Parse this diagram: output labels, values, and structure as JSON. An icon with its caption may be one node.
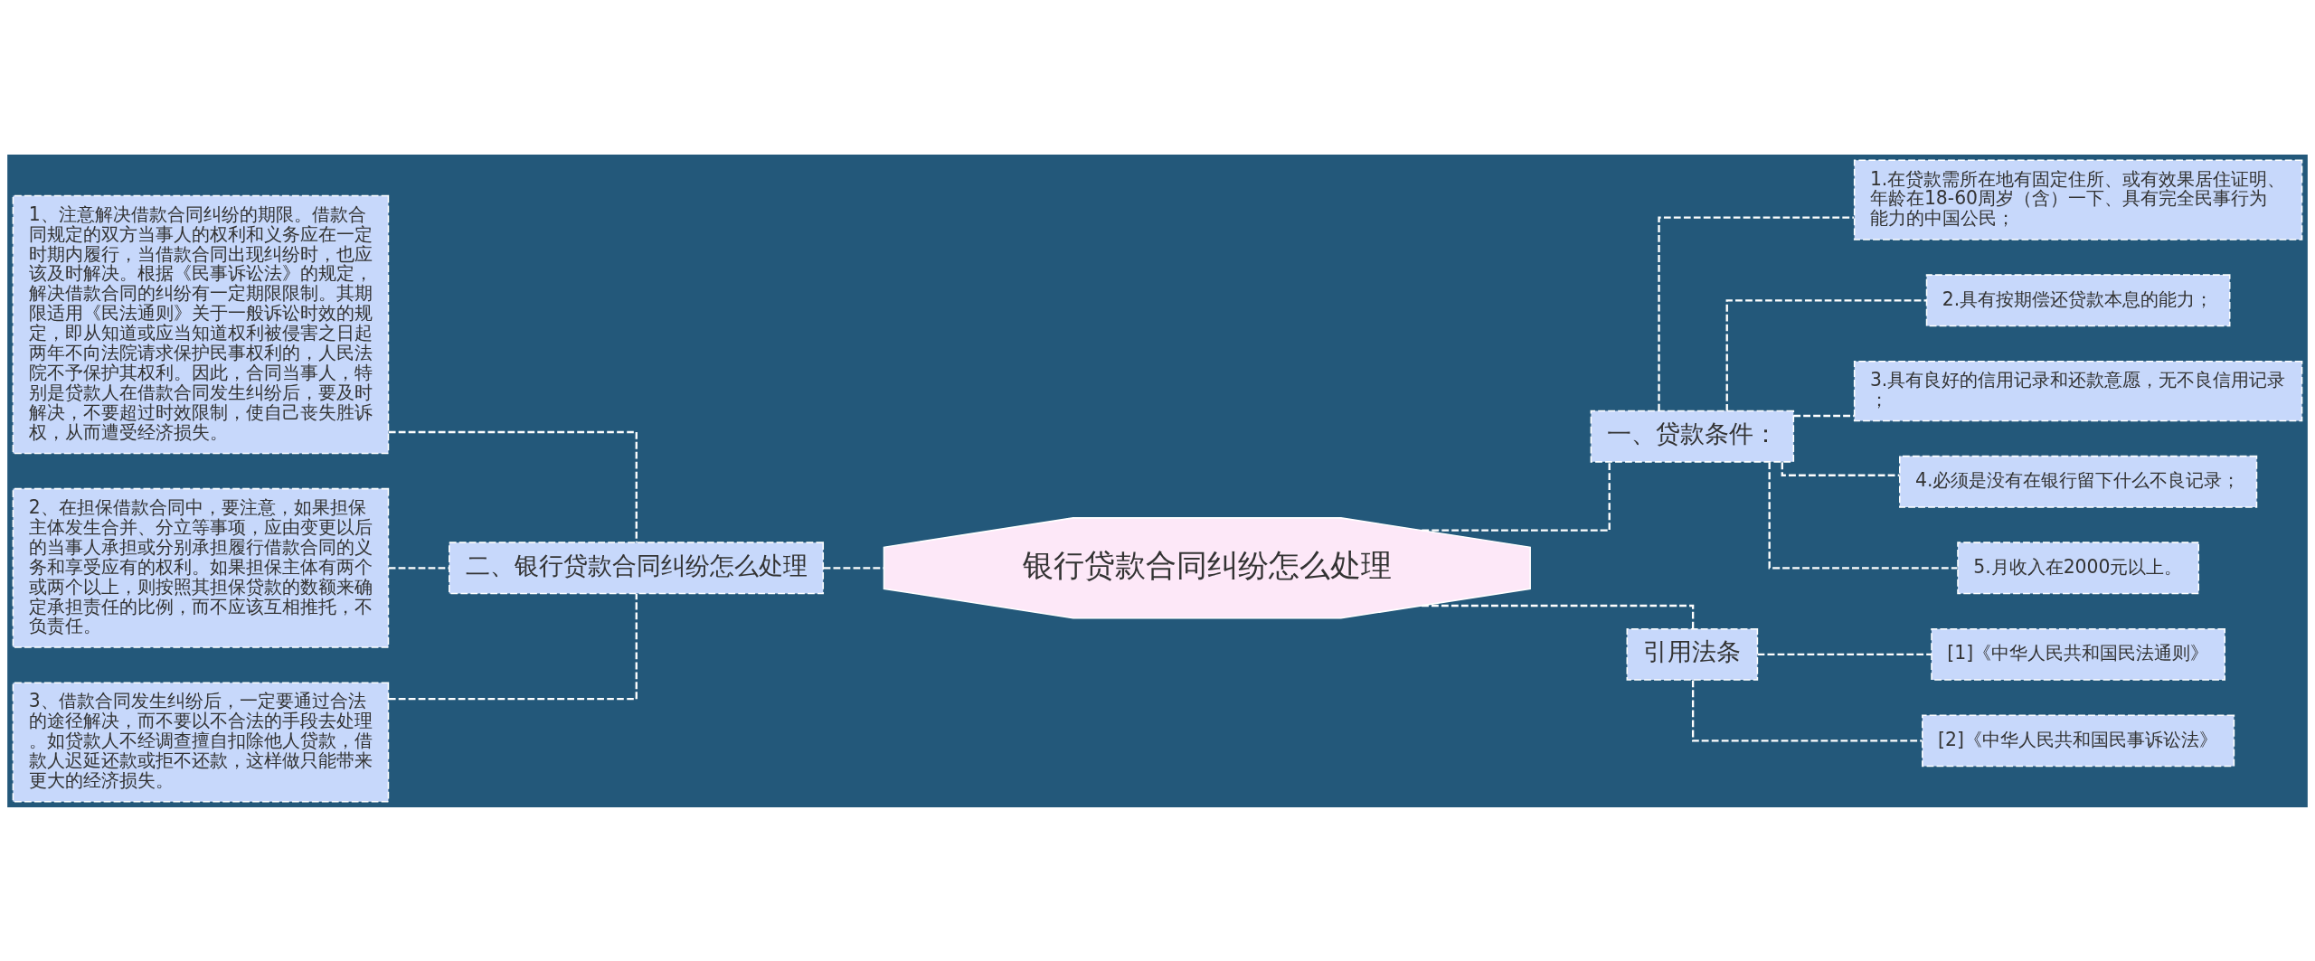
{
  "diagram": {
    "nodes": [
      {
        "text": [
          "银行贷款合同纠纷怎么处理"
        ]
      },
      {
        "text": [
          "一、贷款条件："
        ]
      },
      {
        "text": [
          "1.在贷款需所在地有固定住所、或有效果居住证明、年龄在18-60周岁（含）一下、具有完全民事行为能力的中国公民；"
        ]
      },
      {
        "text": [
          "2.具有按期偿还贷款本息的能力；"
        ]
      },
      {
        "text": [
          "3.具有良好的信用记录和还款意愿，无不良信用记录；"
        ]
      },
      {
        "text": [
          "4.必须是没有在银行留下什么不良记录；"
        ]
      },
      {
        "text": [
          "5.月收入在2000元以上。"
        ]
      },
      {
        "text": [
          "引用法条"
        ]
      },
      {
        "text": [
          "[1]《中华人民共和国民法通则》"
        ]
      },
      {
        "text": [
          "[2]《中华人民共和国民事诉讼法》"
        ]
      },
      {
        "text": [
          "二、银行贷款合同纠纷怎么处理"
        ]
      },
      {
        "text": [
          "1、注意解决借款合同纠纷的期限。借款合同规定的双方当事人的权利和义务应在一定时期内履行，当借款合同出现纠纷时，也应该及时解决。根据《民事诉讼法》的规定，解决借款合同的纠纷有一定期限限制。其期限适用《民法通则》关于一般诉讼时效的规定，即从知道或应当知道权利被侵害之日起两年不向法院请求保护民事权利的，人民法院不予保护其权利。因此，合同当事人，特别是贷款人在借款合同发生纠纷后，要及时解决，不要超过时效限制，使自己丧失胜诉权，从而遭受经济损失。"
        ]
      },
      {
        "text": [
          "2、在担保借款合同中，要注意，如果担保主体发生合并、分立等事项，应由变更以后的当事人承担或分别承担履行借款合同的义务和享受应有的权利。如果担保主体有两个或两个以上，则按照其担保贷款的数额来确定承担责任的比例，而不应该互相推托，不负责任。"
        ]
      },
      {
        "text": [
          "3、借款合同发生纠纷后，一定要通过合法的途径解决，而不要以不合法的手段去处理。如贷款人不经调查擅自扣除他人贷款，借款人迟延还款或拒不还款，这样做只能带来更大的经济损失。"
        ]
      }
    ],
    "edges": [
      {
        "from": 0,
        "to": 1,
        "arrow": "none",
        "style": "dashed"
      },
      {
        "from": 1,
        "to": 2,
        "arrow": "none",
        "style": "dashed"
      },
      {
        "from": 1,
        "to": 3,
        "arrow": "none",
        "style": "dashed"
      },
      {
        "from": 1,
        "to": 4,
        "arrow": "none",
        "style": "dashed"
      },
      {
        "from": 1,
        "to": 5,
        "arrow": "none",
        "style": "dashed"
      },
      {
        "from": 1,
        "to": 6,
        "arrow": "none",
        "style": "dashed"
      },
      {
        "from": 0,
        "to": 7,
        "arrow": "none",
        "style": "dashed"
      },
      {
        "from": 7,
        "to": 8,
        "arrow": "none",
        "style": "dashed"
      },
      {
        "from": 7,
        "to": 9,
        "arrow": "none",
        "style": "dashed"
      },
      {
        "from": 0,
        "to": 10,
        "arrow": "none",
        "style": "dashed"
      },
      {
        "from": 10,
        "to": 11,
        "arrow": "none",
        "style": "dashed"
      },
      {
        "from": 10,
        "to": 12,
        "arrow": "none",
        "style": "dashed"
      },
      {
        "from": 10,
        "to": 13,
        "arrow": "none",
        "style": "dashed"
      }
    ]
  }
}
